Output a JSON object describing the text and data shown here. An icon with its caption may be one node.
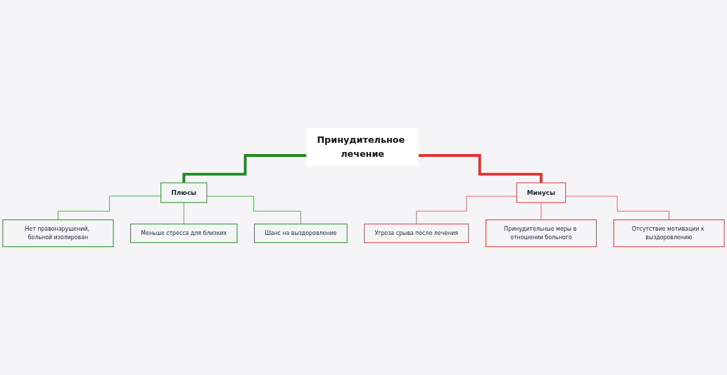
{
  "diagram": {
    "nodes": [
      {
        "text": [
          "Принудительное лечение"
        ]
      },
      {
        "text": [
          "Плюсы"
        ]
      },
      {
        "text": [
          "Минусы"
        ]
      },
      {
        "text": [
          "Нет правонарушений, больной изолирован"
        ]
      },
      {
        "text": [
          "Меньше стресса для близких"
        ]
      },
      {
        "text": [
          "Шанс на выздоровление"
        ]
      },
      {
        "text": [
          "Угроза срыва после лечения"
        ]
      },
      {
        "text": [
          "Принудительные меры в отношении больного"
        ]
      },
      {
        "text": [
          "Отсутствие мотивации к выздоровлению"
        ]
      }
    ],
    "edges": [
      {
        "from": 0,
        "to": 1,
        "arrow": "none",
        "style": "thick",
        "color": "#1e8a1e"
      },
      {
        "from": 0,
        "to": 2,
        "arrow": "none",
        "style": "thick",
        "color": "#e33030"
      },
      {
        "from": 1,
        "to": 3,
        "arrow": "none",
        "color": "#1e8a1e"
      },
      {
        "from": 1,
        "to": 4,
        "arrow": "none",
        "color": "#1e8a1e"
      },
      {
        "from": 1,
        "to": 5,
        "arrow": "none",
        "color": "#1e8a1e"
      },
      {
        "from": 2,
        "to": 6,
        "arrow": "none",
        "color": "#e33030"
      },
      {
        "from": 2,
        "to": 7,
        "arrow": "none",
        "color": "#e33030"
      },
      {
        "from": 2,
        "to": 8,
        "arrow": "none",
        "color": "#e33030"
      }
    ]
  }
}
